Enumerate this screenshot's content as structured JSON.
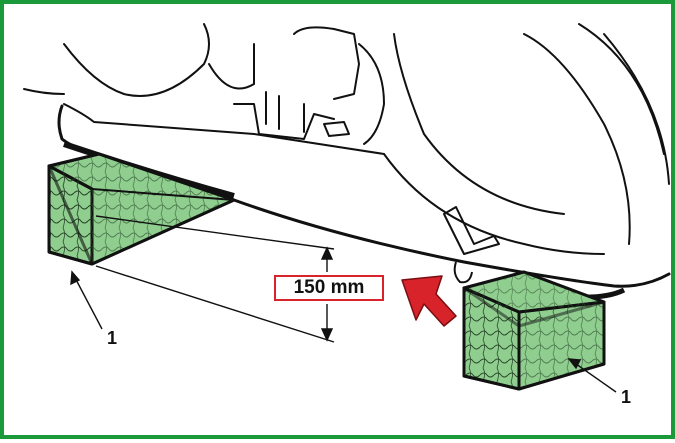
{
  "dimension": {
    "label": "150 mm"
  },
  "callouts": {
    "left": "1",
    "right": "1"
  },
  "colors": {
    "frame": "#1a9a3a",
    "wood": "#8fce8f",
    "arrow": "#d8232a",
    "dim_box_border": "#d8232a"
  }
}
